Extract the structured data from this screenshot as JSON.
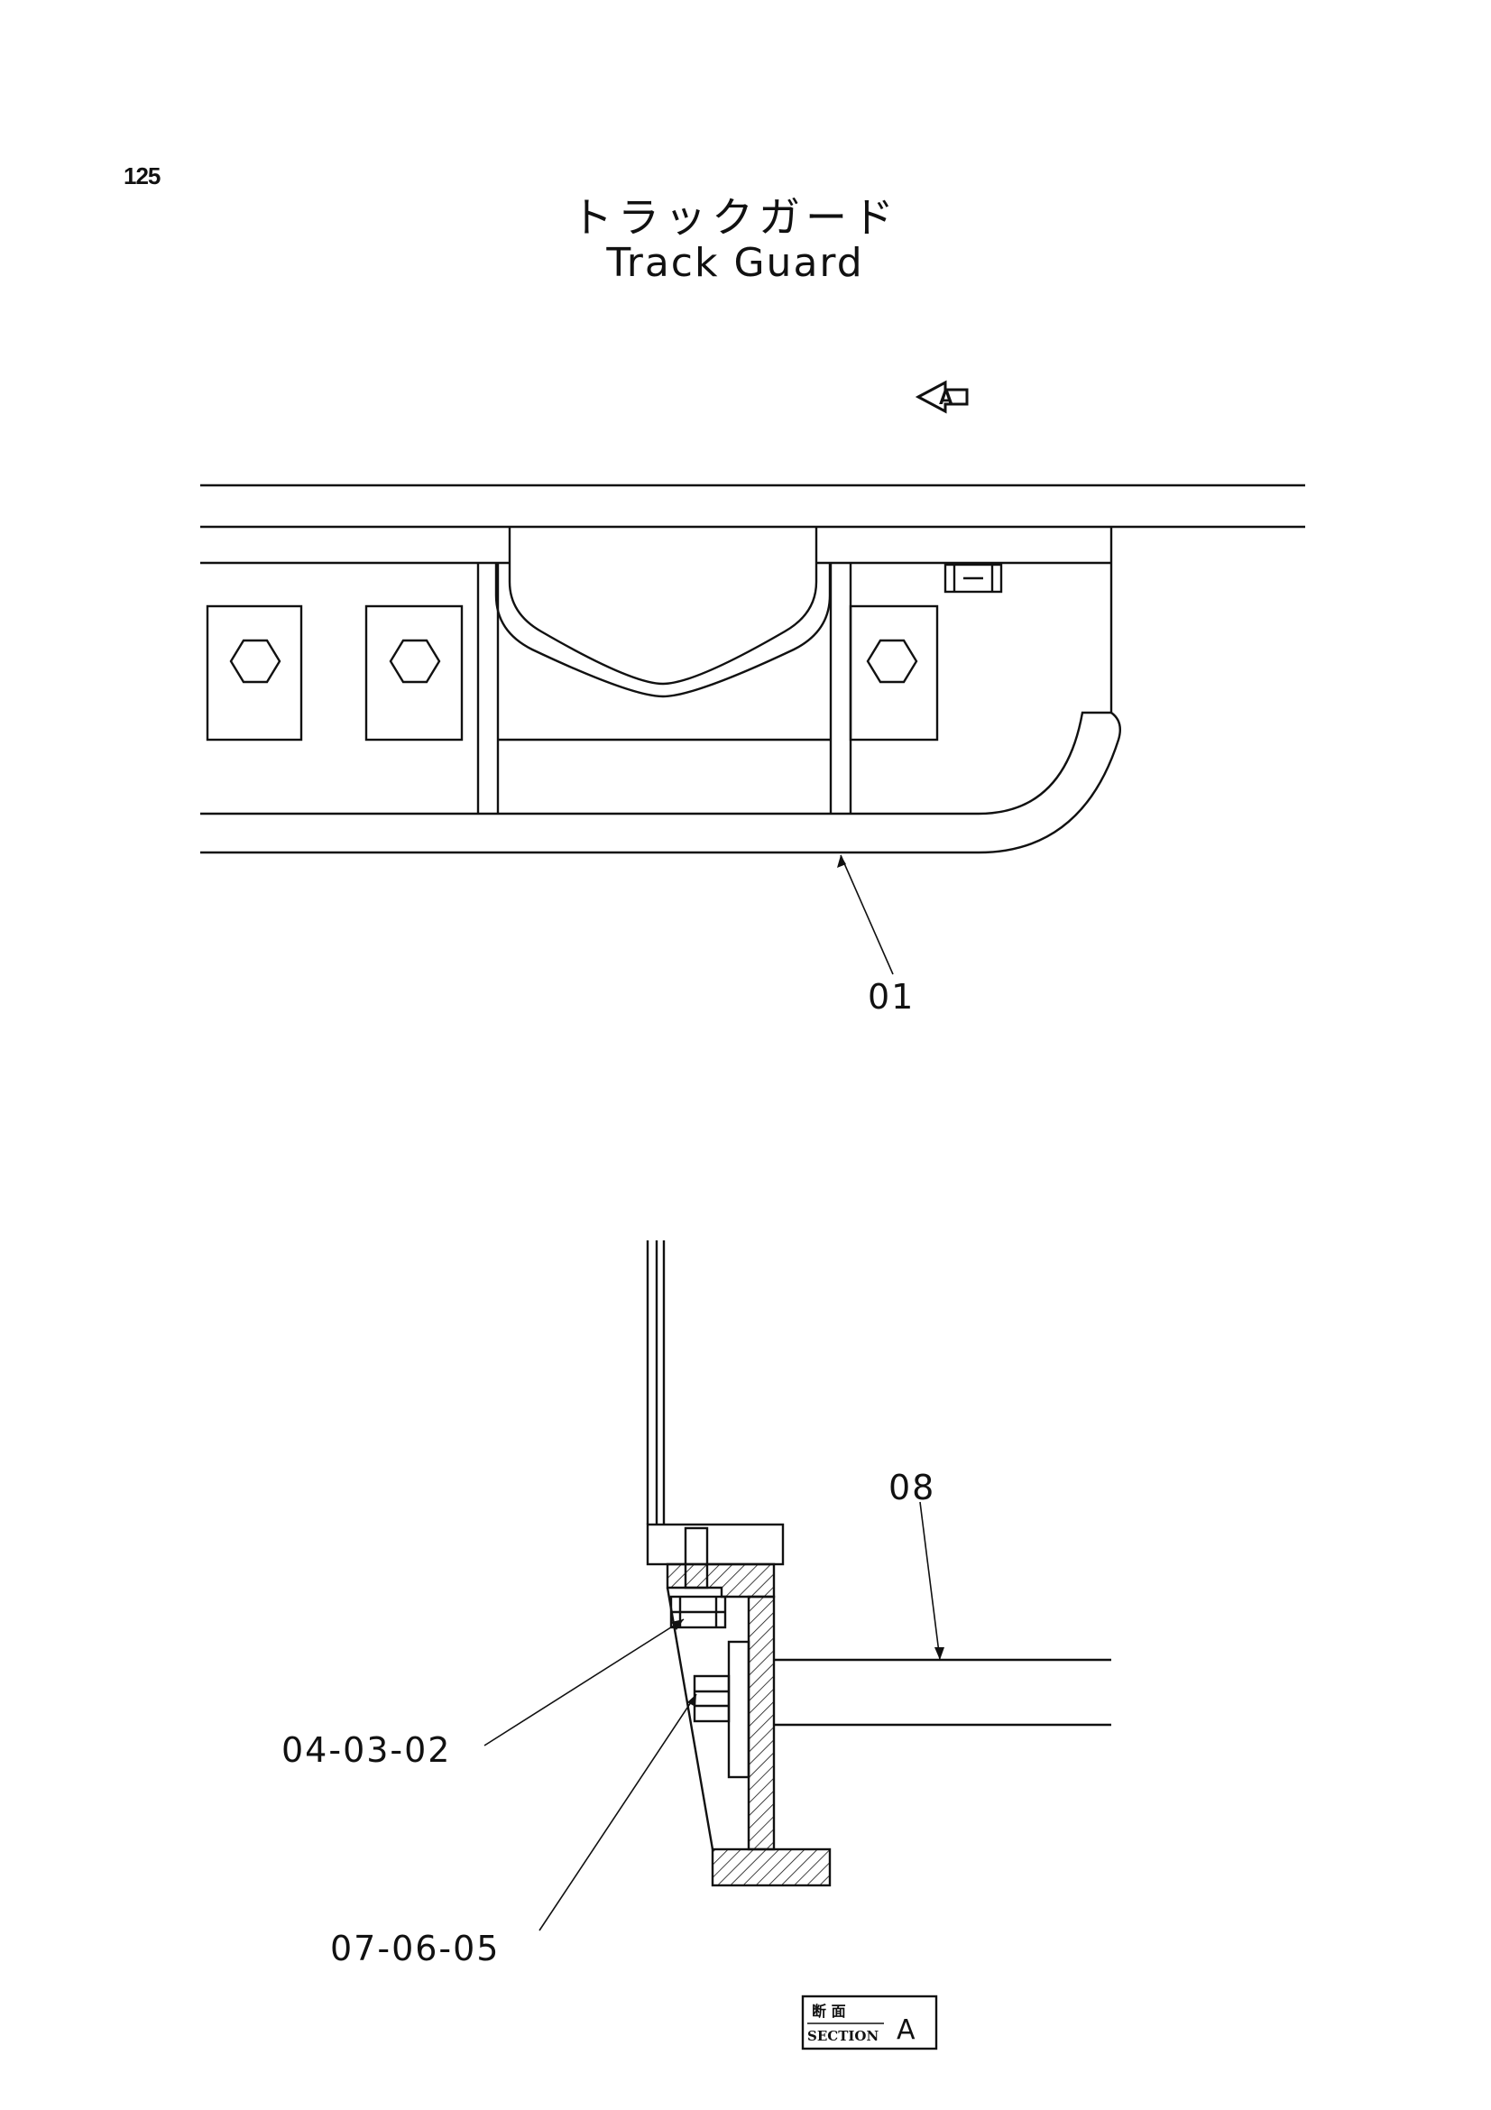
{
  "page_number": "125",
  "title": {
    "jp": "トラックガード",
    "en": "Track Guard"
  },
  "view_marker": {
    "letter": "A",
    "icon": "view-direction-arrow-icon"
  },
  "callouts": {
    "top": "01",
    "side": "08",
    "bolt_upper": "04-03-02",
    "bolt_lower": "07-06-05"
  },
  "section_stamp": {
    "jp": "断 面",
    "en": "SECTION",
    "letter": "A"
  }
}
